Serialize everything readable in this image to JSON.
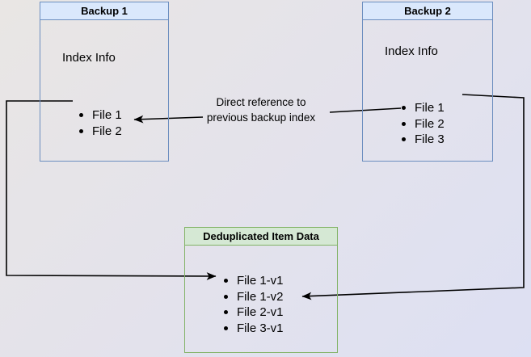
{
  "canvas": {
    "background_from": "#e9e6e4",
    "background_to": "#dde0f3"
  },
  "colors": {
    "blue_header_fill": "#dae8fc",
    "blue_border": "#6c8ebf",
    "green_header_fill": "#d5e8d4",
    "green_border": "#82b366",
    "line": "#000000"
  },
  "boxes": {
    "backup1": {
      "title": "Backup 1",
      "subtitle": "Index Info",
      "files": [
        "File 1",
        "File 2"
      ]
    },
    "backup2": {
      "title": "Backup 2",
      "subtitle": "Index Info",
      "files": [
        "File 1",
        "File 2",
        "File 3"
      ]
    },
    "dedup": {
      "title": "Deduplicated Item Data",
      "files": [
        "File 1-v1",
        "File 1-v2",
        "File 2-v1",
        "File 3-v1"
      ]
    }
  },
  "annotations": {
    "direct_reference_line1": "Direct reference to",
    "direct_reference_line2": "previous backup index"
  }
}
